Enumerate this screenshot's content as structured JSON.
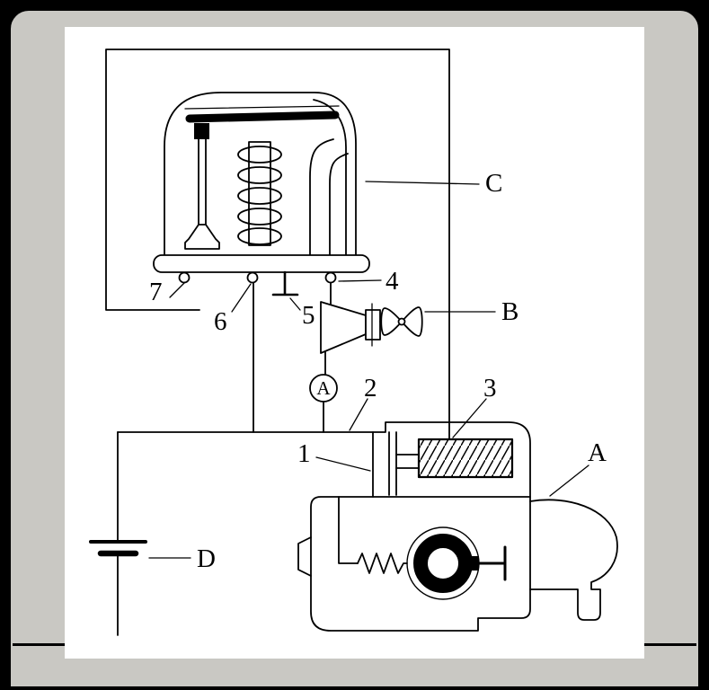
{
  "figure": {
    "callouts": {
      "C": "C",
      "B": "B",
      "ammeter_A": "A",
      "engine_A": "A",
      "D": "D",
      "n1": "1",
      "n2": "2",
      "n3": "3",
      "n4": "4",
      "n5": "5",
      "n6": "6",
      "n7": "7"
    }
  },
  "colors": {
    "ink": "#000000",
    "page": "#ffffff",
    "frame": "#c9c8c3",
    "edge": "#000000"
  }
}
